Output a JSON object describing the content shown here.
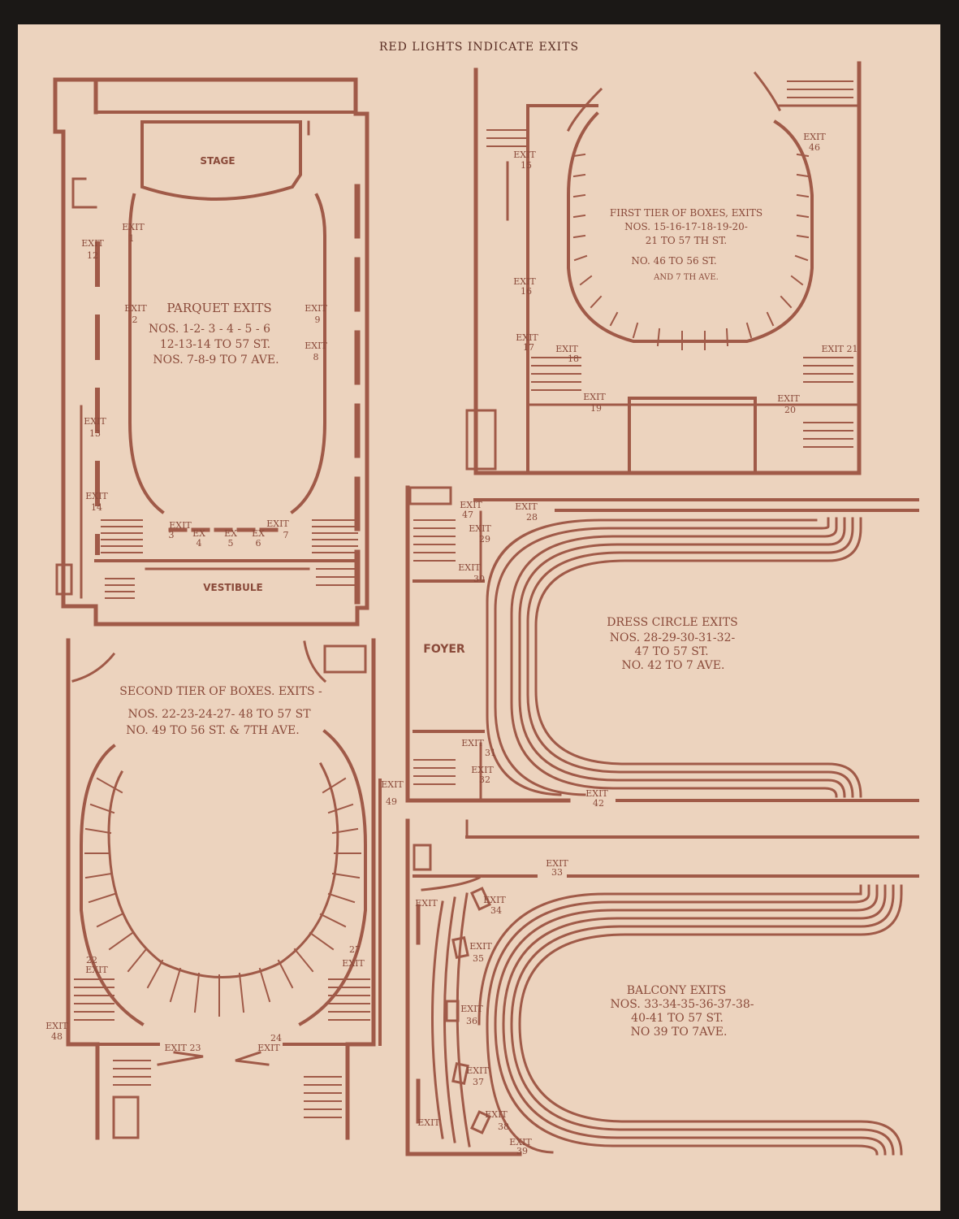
{
  "header": {
    "title": "RED LIGHTS INDICATE EXITS"
  },
  "colors": {
    "paper": "#ecd3be",
    "ink": "#a05a48",
    "ink_dark": "#8a4a3a",
    "background": "#1b1816"
  },
  "parquet": {
    "stage": "STAGE",
    "vestibule": "VESTIBULE",
    "caption": [
      "PARQUET EXITS",
      "NOS. 1-2- 3 - 4 - 5 - 6",
      "12-13-14 TO 57 ST.",
      "NOS. 7-8-9 TO 7 AVE."
    ],
    "exits": {
      "e1": [
        "EXIT",
        "1"
      ],
      "e2": [
        "EXIT",
        "2"
      ],
      "e3": [
        "EXIT",
        "3"
      ],
      "e4": [
        "EX",
        "4"
      ],
      "e5": [
        "EX",
        "5"
      ],
      "e6": [
        "EX",
        "6"
      ],
      "e7": [
        "EXIT",
        "7"
      ],
      "e8": [
        "EXIT",
        "8"
      ],
      "e9": [
        "EXIT",
        "9"
      ],
      "e12": [
        "EXIT",
        "12"
      ],
      "e13": [
        "EXIT",
        "13"
      ],
      "e14": [
        "EXIT",
        "14"
      ]
    }
  },
  "first_tier": {
    "caption": [
      "FIRST TIER OF BOXES, EXITS",
      "NOS. 15-16-17-18-19-20-",
      "21 TO 57 TH ST.",
      "NO. 46 TO 56 ST.",
      "AND 7 TH AVE."
    ],
    "exits": {
      "e15": [
        "EXIT",
        "15"
      ],
      "e16": [
        "EXIT",
        "16"
      ],
      "e17": [
        "EXIT",
        "17"
      ],
      "e18": [
        "EXIT",
        "18"
      ],
      "e19": [
        "EXIT",
        "19"
      ],
      "e20": [
        "EXIT",
        "20"
      ],
      "e21": [
        "EXIT 21"
      ],
      "e46": [
        "EXIT",
        "46"
      ]
    }
  },
  "second_tier": {
    "caption": [
      "SECOND TIER OF BOXES. EXITS -",
      "NOS. 22-23-24-27- 48 TO 57 ST",
      "NO. 49 TO 56 ST. & 7TH AVE."
    ],
    "exits": {
      "e22": [
        "22",
        "EXIT"
      ],
      "e23": [
        "EXIT 23"
      ],
      "e24": [
        "24",
        "EXIT"
      ],
      "e27": [
        "27",
        "EXIT"
      ],
      "e48": [
        "EXIT",
        "48"
      ],
      "e49": [
        "EXIT",
        "49"
      ]
    }
  },
  "dress_circle": {
    "foyer": "FOYER",
    "caption": [
      "DRESS CIRCLE EXITS",
      "NOS. 28-29-30-31-32-",
      "47 TO 57 ST.",
      "NO. 42 TO 7 AVE."
    ],
    "exits": {
      "e28": [
        "EXIT",
        "28"
      ],
      "e29": [
        "EXIT",
        "29"
      ],
      "e30": [
        "EXIT",
        "30"
      ],
      "e31": [
        "EXIT",
        "31"
      ],
      "e32": [
        "EXIT",
        "32"
      ],
      "e42": [
        "EXIT",
        "42"
      ],
      "e47": [
        "EXIT",
        "47"
      ]
    }
  },
  "balcony": {
    "caption": [
      "BALCONY EXITS",
      "NOS. 33-34-35-36-37-38-",
      "40-41 TO 57 ST.",
      "NO 39 TO 7AVE."
    ],
    "exits": {
      "e33": [
        "EXIT",
        "33"
      ],
      "e34": [
        "EXIT",
        "34"
      ],
      "e35": [
        "EXIT",
        "35"
      ],
      "e36": [
        "EXIT",
        "36"
      ],
      "e37": [
        "EXIT",
        "37"
      ],
      "e38": [
        "EXIT",
        "38"
      ],
      "e39": [
        "EXIT",
        "39"
      ],
      "left_top": [
        "EXIT"
      ],
      "left_bottom": [
        "EXIT"
      ]
    }
  }
}
